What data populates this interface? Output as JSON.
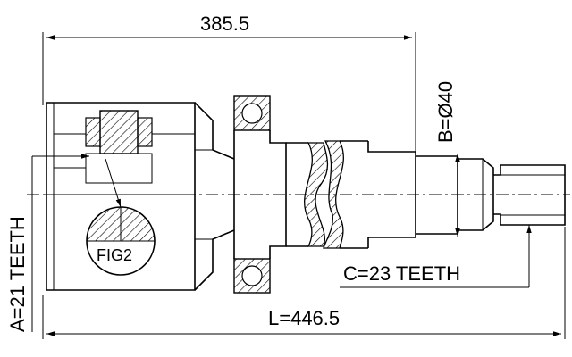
{
  "dimensions": {
    "overall_length": "L=446.5",
    "partial_length": "385.5",
    "diameter_b": "B=Ø40",
    "teeth_a": "A=21 TEETH",
    "teeth_c": "C=23 TEETH"
  },
  "labels": {
    "fig2": "FIG2"
  },
  "colors": {
    "line": "#000000",
    "background": "#ffffff"
  }
}
